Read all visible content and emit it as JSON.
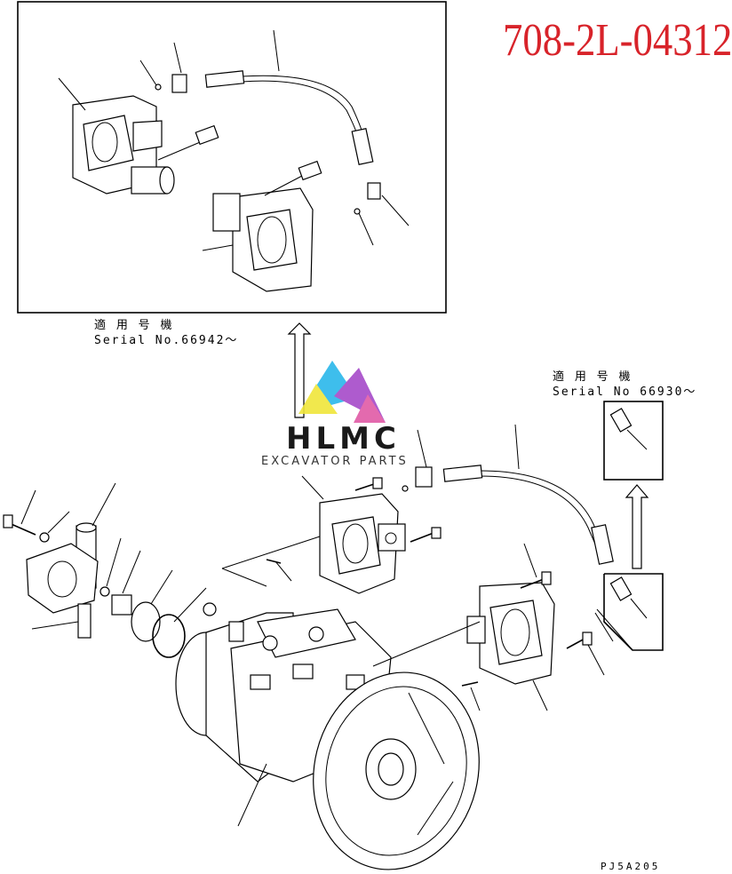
{
  "header": {
    "part_number": "708-2L-04312",
    "part_number_color": "#d8232a"
  },
  "notes": {
    "top_inset": {
      "line1": "適 用 号 機",
      "line2": "Serial No.66942～"
    },
    "right_inset": {
      "line1": "適 用 号 機",
      "line2": "Serial No 66930～"
    }
  },
  "watermark": {
    "name": "HLMC",
    "subtitle": "EXCAVATOR PARTS",
    "colors": [
      "#2ab7ea",
      "#a64ac9",
      "#f0e63a",
      "#e05aa6"
    ]
  },
  "footer": {
    "drawing_code": "PJ5A205"
  }
}
